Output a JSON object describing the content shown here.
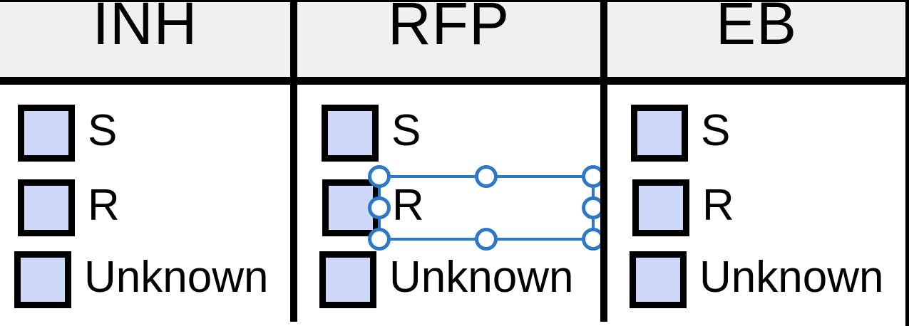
{
  "colors": {
    "selection_blue": "#2E78C8",
    "checkbox_fill": "#CDD7F8",
    "header_background": "#F0F0F0",
    "table_lines": "#000000"
  },
  "columns": [
    {
      "header": "INH",
      "options": [
        {
          "label": "S"
        },
        {
          "label": "R"
        },
        {
          "label": "Unknown"
        }
      ]
    },
    {
      "header": "RFP",
      "options": [
        {
          "label": "S"
        },
        {
          "label": "R"
        },
        {
          "label": "Unknown"
        }
      ]
    },
    {
      "header": "EB",
      "options": [
        {
          "label": "S"
        },
        {
          "label": "R"
        },
        {
          "label": "Unknown"
        }
      ]
    }
  ],
  "selection": {
    "target": "RFP R option row",
    "handles": [
      "top-left",
      "top-center",
      "top-right",
      "middle-left",
      "middle-right",
      "bottom-left",
      "bottom-center",
      "bottom-right"
    ]
  }
}
